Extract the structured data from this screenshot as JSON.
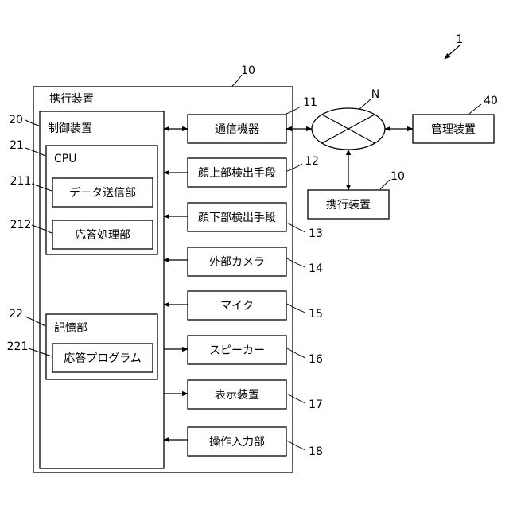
{
  "figure": {
    "system_ref": "1",
    "network": {
      "label": "N"
    },
    "device": {
      "label": "携行装置",
      "ref": "10"
    },
    "controller": {
      "label": "制御装置",
      "ref": "20"
    },
    "cpu": {
      "label": "CPU",
      "ref": "21",
      "modules": [
        {
          "label": "データ送信部",
          "ref": "211"
        },
        {
          "label": "応答処理部",
          "ref": "212"
        }
      ]
    },
    "storage": {
      "label": "記憶部",
      "ref": "22",
      "modules": [
        {
          "label": "応答プログラム",
          "ref": "221"
        }
      ]
    },
    "components": [
      {
        "label": "通信機器",
        "ref": "11"
      },
      {
        "label": "顔上部検出手段",
        "ref": "12"
      },
      {
        "label": "顔下部検出手段",
        "ref": "13"
      },
      {
        "label": "外部カメラ",
        "ref": "14"
      },
      {
        "label": "マイク",
        "ref": "15"
      },
      {
        "label": "スピーカー",
        "ref": "16"
      },
      {
        "label": "表示装置",
        "ref": "17"
      },
      {
        "label": "操作入力部",
        "ref": "18"
      }
    ],
    "management": {
      "label": "管理装置",
      "ref": "40"
    },
    "other_device": {
      "label": "携行装置",
      "ref": "10"
    }
  }
}
